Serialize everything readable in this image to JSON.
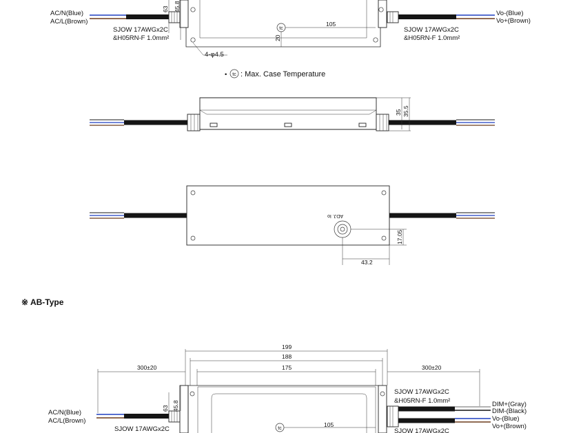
{
  "top_view": {
    "left_labels": [
      "AC/N(Blue)",
      "AC/L(Brown)"
    ],
    "right_labels": [
      "Vo-(Blue)",
      "Vo+(Brown)"
    ],
    "cable_spec_1": "SJOW 17AWGx2C",
    "cable_spec_2": "&H05RN-F 1.0mm²",
    "dim_63": "63",
    "dim_45_8": "45.8",
    "dim_105": "105",
    "dim_20": "20",
    "holes_label": "4-φ4.5",
    "tc_symbol": "tc",
    "tc_note": ": Max. Case Temperature"
  },
  "side_view": {
    "dim_35": "35",
    "dim_35_5": "35.5"
  },
  "bottom_view": {
    "adj_label": "ADJ. Io",
    "dim_17_05": "17.05",
    "dim_43_2": "43.2"
  },
  "ab_type": {
    "heading": "※ AB-Type",
    "dim_199": "199",
    "dim_188": "188",
    "dim_175": "175",
    "dim_left_cable": "300±20",
    "dim_right_cable": "300±20",
    "dim_63": "63",
    "dim_45_8": "45.8",
    "dim_105": "105",
    "tc_symbol": "tc",
    "left_labels": [
      "AC/N(Blue)",
      "AC/L(Brown)"
    ],
    "right_labels": [
      "DIM+(Gray)",
      "DIM-(Black)",
      "Vo-(Blue)",
      "Vo+(Brown)"
    ],
    "cable_spec_1": "SJOW 17AWGx2C",
    "cable_spec_2": "&H05RN-F 1.0mm²",
    "cable_spec_left": "SJOW 17AWGx2C",
    "cable_spec_right_lower": "SJOW 17AWGx2C"
  },
  "colors": {
    "blue_wire": "#1f3fbf",
    "brown_wire": "#6b3a1a",
    "gray_wire": "#9a9a9a",
    "black_wire": "#111111",
    "cable": "#151515"
  }
}
